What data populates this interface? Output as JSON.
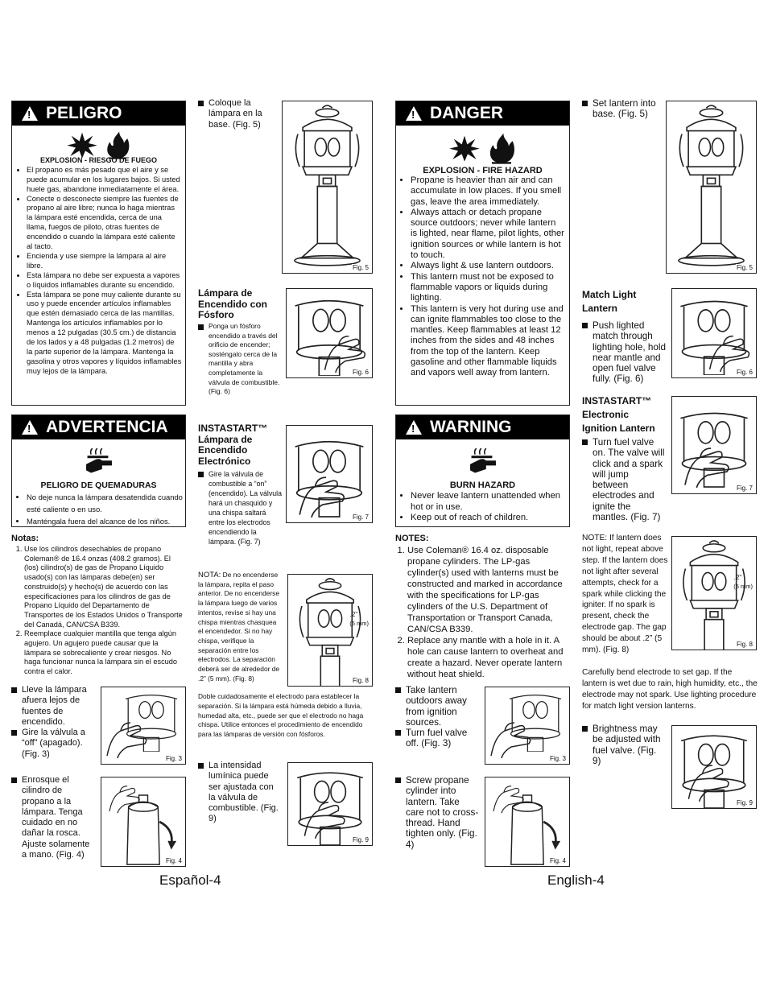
{
  "es": {
    "peligro": {
      "title": "PELIGRO",
      "hazard": "EXPLOSION - RIESGO DE FUEGO",
      "bullets": [
        "El propano es más pesado que el aire y se puede acumular en los lugares bajos. Si usted huele gas, abandone inmediatamente el área.",
        "Conecte o desconecte siempre las fuentes de propano al aire libre; nunca lo haga mientras la lámpara esté encendida, cerca de una llama, fuegos de piloto, otras fuentes de encendido o cuando la lámpara esté caliente al tacto.",
        "Encienda y use siempre la lámpara al aire libre.",
        "Esta lámpara no debe ser expuesta a vapores o líquidos inflamables durante su encendido.",
        "Esta lámpara se pone muy caliente durante su uso y puede encender artículos inflamables que estén demasiado cerca de las mantillas. Mantenga los artículos inflamables por lo menos a 12 pulgadas (30.5 cm.) de distancia de los lados y a 48 pulgadas (1.2 metros) de la parte superior de la lámpara. Mantenga la gasolina y otros vapores y líquidos inflamables muy lejos de la lámpara."
      ]
    },
    "advertencia": {
      "title": "ADVERTENCIA",
      "hazard": "PELIGRO DE QUEMADURAS",
      "bullets": [
        "No deje nunca la lámpara desatendida cuando esté caliente o en uso.",
        "Manténgala fuera del alcance de los niños."
      ]
    },
    "notes_title": "Notas:",
    "notes": [
      "Use los cilindros desechables de propano Coleman® de 16.4 onzas (408.2 gramos). El (los) cilindro(s) de gas de Propano Líquido usado(s) con las lámparas debe(en) ser construido(s) y hecho(s) de acuerdo con las especificaciones para los cilindros de gas de Propano Líquido del Departamento de Transportes de los Estados Unidos o Transporte del Canadá, CAN/CSA B339.",
      "Reemplace cualquier mantilla que tenga algún agujero. Un agujero puede causar que la lámpara se sobrecaliente y crear riesgos. No haga funcionar nunca la lámpara sin el escudo contra el calor."
    ],
    "step_fig3a": "Lleve la lámpara afuera lejos de fuentes de encendido.",
    "step_fig3b": "Gire la válvula a “off” (apagado). (Fig. 3)",
    "step_fig4": "Enrosque el cilindro de propano a la lámpara. Tenga cuidado en no dañar la rosca. Ajuste solamente a mano. (Fig. 4)",
    "step_fig5": "Coloque la lámpara en la base. (Fig. 5)",
    "match_title": "Lámpara de Encendido con Fósforo",
    "step_fig6": "Ponga un fósforo encendido a través del orificio de encender; sosténgalo cerca de la mantilla y abra completamente la válvula de combustible. (Fig. 6)",
    "insta_title": "INSTASTART™ Lámpara de Encendido Electrónico",
    "step_fig7": "Gire la válvula de combustible a “on” (encendido). La válvula hará un chasquido y una chispa saltará entre los electrodos encendiendo la lámpara. (Fig. 7)",
    "nota_label": "NOTA:",
    "nota_text": "De no encenderse la lámpara, repita el paso anterior. De no encenderse la lámpara luego de varios intentos, revise si hay una chispa mientras chasquea el encendedor. Si no hay chispa, verifique la separación entre los electrodos. La separación deberá ser de alrededor de .2” (5 mm). (Fig. 8)",
    "nota_cont": "Doble cuidadosamente el electrodo para establecer la separación. Si la lámpara está húmeda debido a lluvia, humedad alta, etc., puede ser que el electrodo no haga chispa. Utilice entonces el procedimiento de encendido para las lámparas de versión con fósforos.",
    "step_fig9": "La intensidad lumínica puede ser ajustada con la válvula de combustible. (Fig. 9)",
    "page": "Español-4"
  },
  "en": {
    "danger": {
      "title": "DANGER",
      "hazard": "EXPLOSION - FIRE HAZARD",
      "bullets": [
        "Propane is heavier than air and can accumulate in low places. If you smell gas, leave the area immediately.",
        "Always attach or detach propane source outdoors; never while lantern is lighted, near flame, pilot lights, other ignition sources or while lantern is hot to touch.",
        "Always light & use lantern outdoors.",
        "This lantern must not be exposed to flammable vapors or liquids during lighting.",
        "This lantern is very hot during use and can ignite flammables too close to the mantles. Keep flammables at least 12 inches from the sides and 48 inches from the top of the lantern. Keep gasoline and other flammable liquids and vapors well away from lantern."
      ]
    },
    "warning": {
      "title": "WARNING",
      "hazard": "BURN HAZARD",
      "bullets": [
        "Never leave lantern unattended when hot or in use.",
        "Keep out of reach of children."
      ]
    },
    "notes_title": "NOTES:",
    "notes": [
      "Use Coleman® 16.4 oz. disposable propane cylinders. The LP-gas cylinder(s) used with lanterns must be constructed and marked in accordance with the specifications for LP-gas cylinders of the U.S. Department of Transportation or Transport Canada, CAN/CSA B339.",
      "Replace any mantle with a hole in it. A hole can cause lantern to overheat and create a hazard. Never operate lantern without heat shield."
    ],
    "step_fig3a": "Take lantern outdoors away from ignition sources.",
    "step_fig3b": "Turn fuel valve off. (Fig. 3)",
    "step_fig4": "Screw propane cylinder into lantern. Take care not to cross-thread. Hand tighten only. (Fig. 4)",
    "step_fig5": "Set lantern into base. (Fig. 5)",
    "match_title": "Match Light Lantern",
    "step_fig6": "Push lighted match through lighting hole, hold near mantle and open fuel valve fully. (Fig. 6)",
    "insta_title": "INSTASTART™ Electronic Ignition Lantern",
    "step_fig7": "Turn fuel valve on. The valve will click and a spark will jump between electrodes and ignite the mantles. (Fig. 7)",
    "note_text": "NOTE: If lantern does not light, repeat above step. If the lantern does not light after several attempts, check for a spark while clicking the igniter. If no spark is present, check the electrode gap. The gap should be about .2” (5 mm). (Fig. 8)",
    "note_cont": "Carefully bend electrode to set gap. If the lantern is wet due to rain, high humidity, etc., the electrode may not spark. Use lighting procedure for match light version lanterns.",
    "step_fig9": "Brightness may be adjusted with fuel valve. (Fig. 9)",
    "page": "English-4"
  },
  "figs": {
    "f3": "Fig. 3",
    "f4": "Fig. 4",
    "f5": "Fig. 5",
    "f6": "Fig. 6",
    "f7": "Fig. 7",
    "f8": "Fig. 8",
    "f9": "Fig. 9",
    "gap": ".2”",
    "gap_mm": "(5 mm)"
  }
}
